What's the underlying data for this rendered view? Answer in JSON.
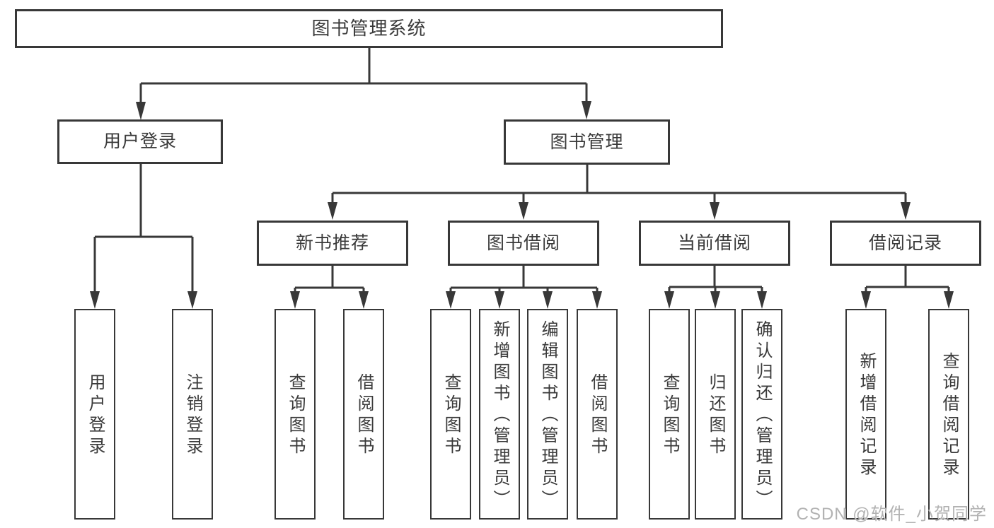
{
  "diagram": {
    "root": {
      "label": "图书管理系统"
    },
    "branches": [
      {
        "label": "用户登录",
        "children": [
          {
            "label": "用户登录"
          },
          {
            "label": "注销登录"
          }
        ]
      },
      {
        "label": "图书管理",
        "children": [
          {
            "label": "新书推荐",
            "children": [
              {
                "label": "查询图书"
              },
              {
                "label": "借阅图书"
              }
            ]
          },
          {
            "label": "图书借阅",
            "children": [
              {
                "label": "查询图书"
              },
              {
                "label": "新增图书（管理员）"
              },
              {
                "label": "编辑图书（管理员）"
              },
              {
                "label": "借阅图书"
              }
            ]
          },
          {
            "label": "当前借阅",
            "children": [
              {
                "label": "查询图书"
              },
              {
                "label": "归还图书"
              },
              {
                "label": "确认归还（管理员）"
              }
            ]
          },
          {
            "label": "借阅记录",
            "children": [
              {
                "label": "新增借阅记录"
              },
              {
                "label": "查询借阅记录"
              }
            ]
          }
        ]
      }
    ]
  },
  "watermark": {
    "text": "CSDN @软件_小贺同学"
  },
  "colors": {
    "line": "#383838",
    "text": "#3a3a3a",
    "background": "#ffffff",
    "watermark": "#b2b2b2"
  }
}
